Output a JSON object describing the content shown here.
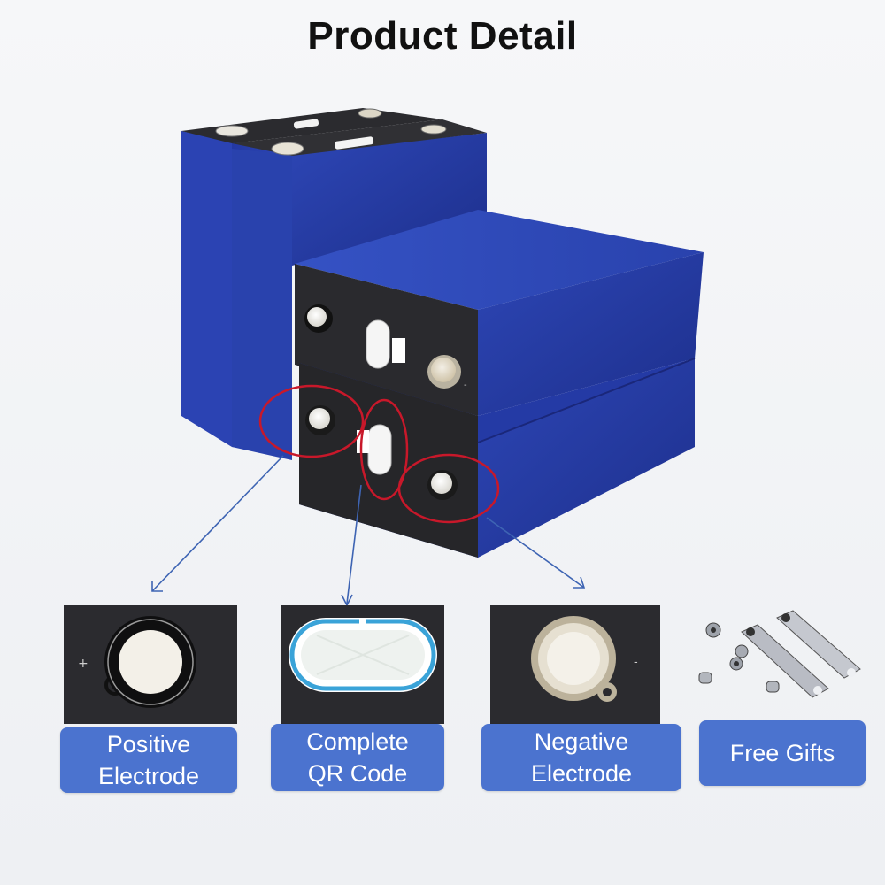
{
  "title": "Product Detail",
  "colors": {
    "cell_blue": "#2a3fa8",
    "cell_blue_dark": "#1f2f86",
    "cell_terminal_face": "#2a2a2e",
    "callout_red": "#c8182a",
    "arrow_blue": "#3e64b3",
    "label_bg": "#4b73cf",
    "label_text": "#ffffff"
  },
  "callouts": [
    {
      "name": "positive-electrode",
      "label": "Positive\nElectrode",
      "icon": "positive-terminal-icon"
    },
    {
      "name": "qr-code",
      "label": "Complete\nQR Code",
      "icon": "qr-code-window-icon"
    },
    {
      "name": "negative-electrode",
      "label": "Negative\nElectrode",
      "icon": "negative-terminal-icon"
    },
    {
      "name": "free-gifts",
      "label": "Free Gifts",
      "icon": "busbar-and-nuts-icon"
    }
  ],
  "terminal_marks": {
    "positive": "+",
    "negative": "-"
  }
}
